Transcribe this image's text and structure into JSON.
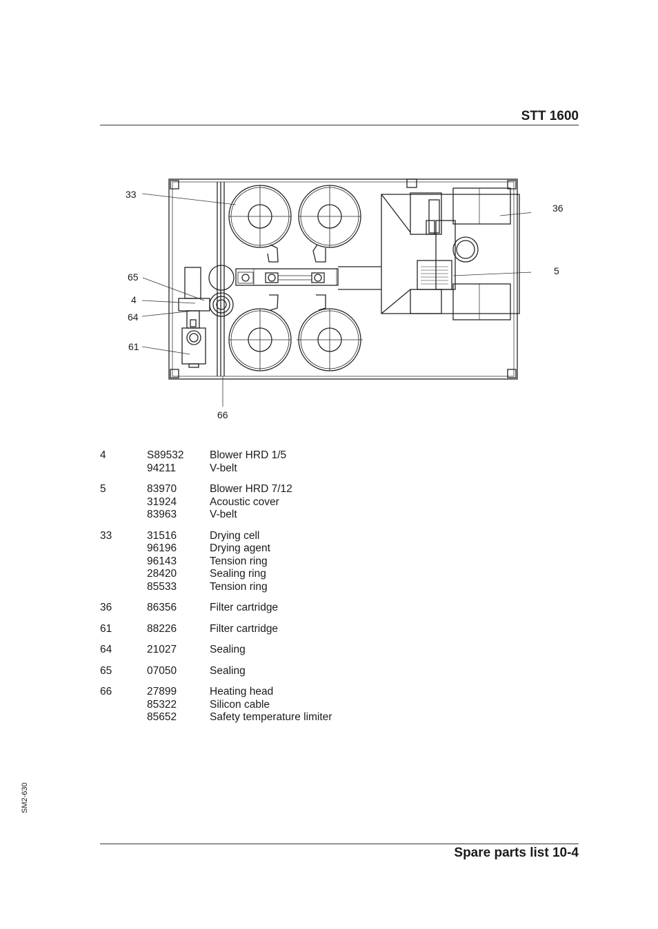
{
  "header": {
    "title": "STT 1600"
  },
  "footer": {
    "title": "Spare parts list 10-4"
  },
  "doc_code": "SM2-630",
  "callouts": {
    "c33": "33",
    "c36": "36",
    "c5": "5",
    "c65": "65",
    "c4": "4",
    "c64": "64",
    "c61": "61",
    "c66": "66"
  },
  "parts": [
    {
      "position": "4",
      "items": [
        {
          "number": "S89532",
          "description": "Blower HRD 1/5"
        },
        {
          "number": "94211",
          "description": "V-belt"
        }
      ]
    },
    {
      "position": "5",
      "items": [
        {
          "number": "83970",
          "description": "Blower HRD 7/12"
        },
        {
          "number": "31924",
          "description": "Acoustic cover"
        },
        {
          "number": "83963",
          "description": "V-belt"
        }
      ]
    },
    {
      "position": "33",
      "items": [
        {
          "number": "31516",
          "description": "Drying cell"
        },
        {
          "number": "96196",
          "description": "Drying agent"
        },
        {
          "number": "96143",
          "description": "Tension ring"
        },
        {
          "number": "28420",
          "description": "Sealing ring"
        },
        {
          "number": "85533",
          "description": "Tension ring"
        }
      ]
    },
    {
      "position": "36",
      "items": [
        {
          "number": "86356",
          "description": "Filter cartridge"
        }
      ]
    },
    {
      "position": "61",
      "items": [
        {
          "number": "88226",
          "description": "Filter cartridge"
        }
      ]
    },
    {
      "position": "64",
      "items": [
        {
          "number": "21027",
          "description": "Sealing"
        }
      ]
    },
    {
      "position": "65",
      "items": [
        {
          "number": "07050",
          "description": "Sealing"
        }
      ]
    },
    {
      "position": "66",
      "items": [
        {
          "number": "27899",
          "description": "Heating head"
        },
        {
          "number": "85322",
          "description": "Silicon cable"
        },
        {
          "number": "85652",
          "description": "Safety temperature limiter"
        }
      ]
    }
  ]
}
